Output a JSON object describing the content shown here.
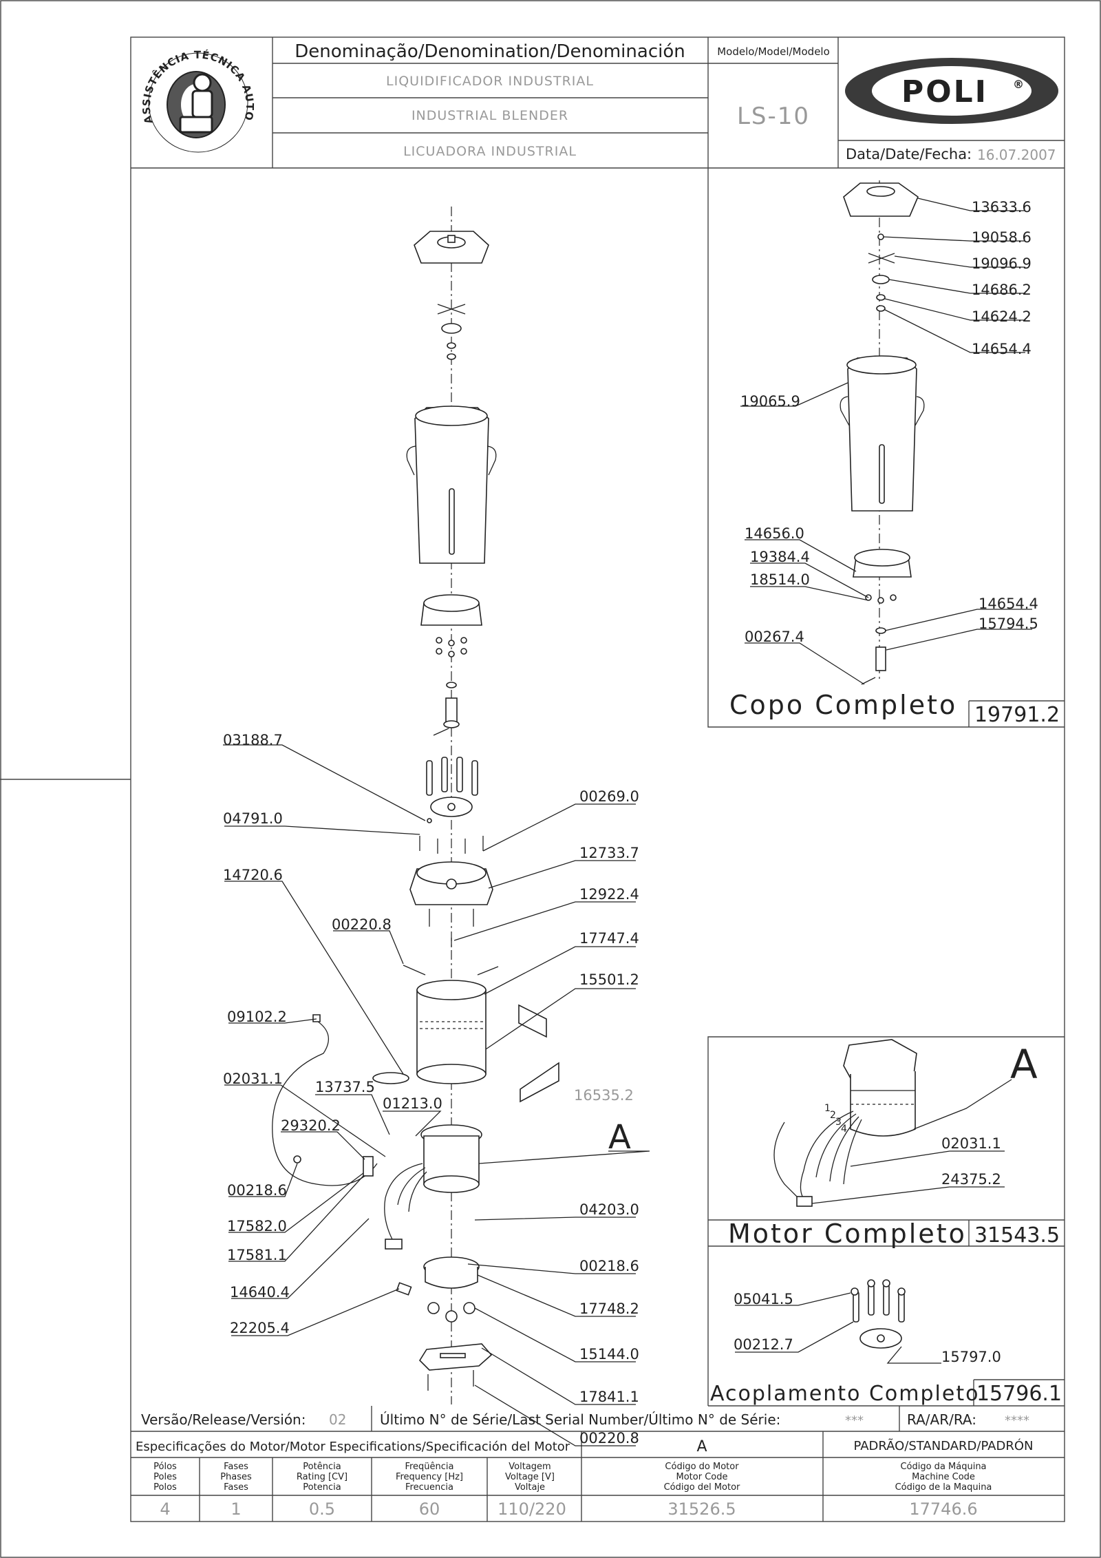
{
  "header": {
    "denomination_title": "Denominação/Denomination/Denominación",
    "names": [
      "LIQUIDIFICADOR INDUSTRIAL",
      "INDUSTRIAL BLENDER",
      "LICUADORA INDUSTRIAL"
    ],
    "model_label": "Modelo/Model/Modelo",
    "model_value": "LS-10",
    "brand": "POLI",
    "brand_mark": "®",
    "date_label": "Data/Date/Fecha:",
    "date_value": "16.07.2007",
    "seal_text": "ASSISTÊNCIA TÉCNICA AUTORIZADA"
  },
  "main_labels": [
    {
      "id": "03188.7"
    },
    {
      "id": "04791.0"
    },
    {
      "id": "00269.0"
    },
    {
      "id": "12733.7"
    },
    {
      "id": "14720.6"
    },
    {
      "id": "12922.4"
    },
    {
      "id": "00220.8"
    },
    {
      "id": "17747.4"
    },
    {
      "id": "15501.2"
    },
    {
      "id": "09102.2"
    },
    {
      "id": "16535.2"
    },
    {
      "id": "02031.1"
    },
    {
      "id": "13737.5"
    },
    {
      "id": "01213.0"
    },
    {
      "id": "29320.2"
    },
    {
      "id": "A"
    },
    {
      "id": "00218.6"
    },
    {
      "id": "04203.0"
    },
    {
      "id": "17582.0"
    },
    {
      "id": "00218.6"
    },
    {
      "id": "17581.1"
    },
    {
      "id": "17748.2"
    },
    {
      "id": "14640.4"
    },
    {
      "id": "15144.0"
    },
    {
      "id": "22205.4"
    },
    {
      "id": "17841.1"
    },
    {
      "id": "00220.8"
    }
  ],
  "copo": {
    "title": "Copo Completo",
    "code": "19791.2",
    "labels": [
      "13633.6",
      "19058.6",
      "19096.9",
      "14686.2",
      "14624.2",
      "14654.4",
      "19065.9",
      "14656.0",
      "19384.4",
      "18514.0",
      "14654.4",
      "15794.5",
      "00267.4"
    ]
  },
  "motor": {
    "title": "Motor Completo",
    "code": "31543.5",
    "letter": "A",
    "labels": [
      "02031.1",
      "24375.2"
    ],
    "wire_labels": [
      "1",
      "2",
      "3",
      "4"
    ]
  },
  "acoplamento": {
    "title": "Acoplamento Completo",
    "code": "15796.1",
    "labels": [
      "05041.5",
      "00212.7",
      "15797.0"
    ]
  },
  "release": {
    "version_label": "Versão/Release/Versión:",
    "version_value": "02",
    "serial_label": "Último N° de Série/Last Serial Number/Último N° de Série:",
    "serial_value": "***",
    "ra_label": "RA/AR/RA:",
    "ra_value": "****"
  },
  "specs": {
    "title": "Especificações do Motor/Motor Especifications/Specificación del Motor",
    "motor_ref": "A",
    "standard": "PADRÃO/STANDARD/PADRÓN",
    "columns": [
      {
        "head": [
          "Pólos",
          "Poles",
          "Polos"
        ],
        "value": "4"
      },
      {
        "head": [
          "Fases",
          "Phases",
          "Fases"
        ],
        "value": "1"
      },
      {
        "head": [
          "Potência",
          "Rating [CV]",
          "Potencia"
        ],
        "value": "0.5"
      },
      {
        "head": [
          "Freqüência",
          "Frequency [Hz]",
          "Frecuencia"
        ],
        "value": "60"
      },
      {
        "head": [
          "Voltagem",
          "Voltage [V]",
          "Voltaje"
        ],
        "value": "110/220"
      },
      {
        "head": [
          "Código do Motor",
          "Motor Code",
          "Código del Motor"
        ],
        "value": "31526.5"
      },
      {
        "head": [
          "Código da Máquina",
          "Machine Code",
          "Código de la Maquina"
        ],
        "value": "17746.6"
      }
    ]
  }
}
